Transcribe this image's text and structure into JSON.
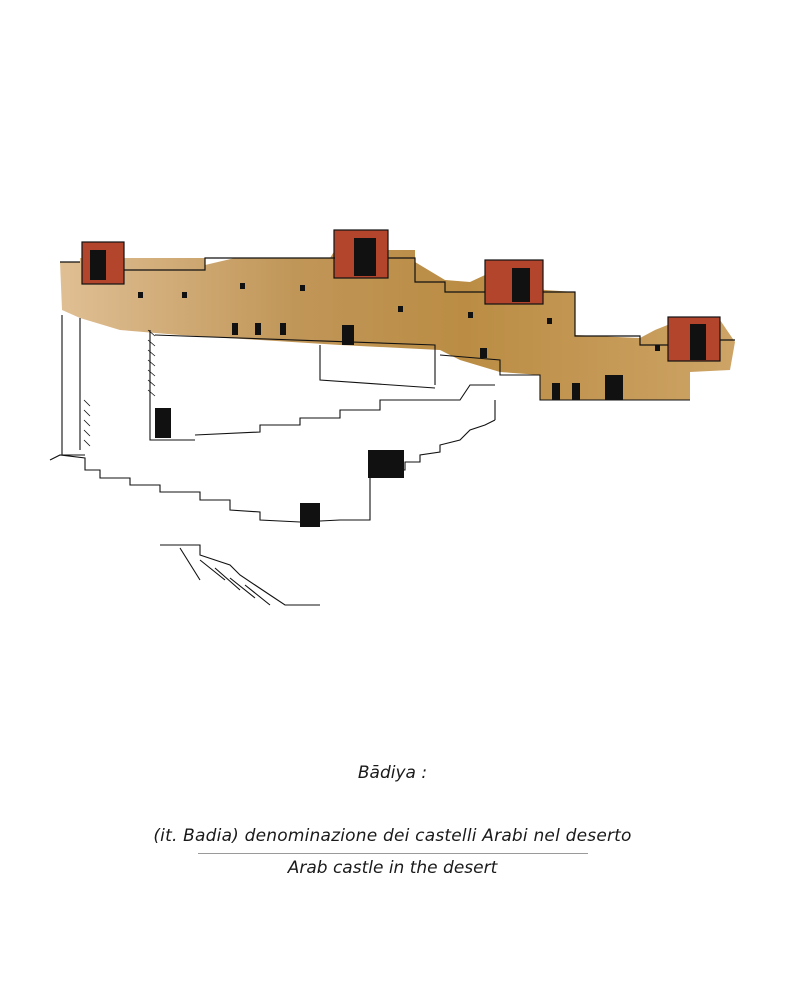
{
  "caption": {
    "term": "Bādiya :",
    "italian": "(it. Badia) denominazione dei castelli Arabi nel deserto",
    "english": "Arab castle in the desert"
  },
  "colors": {
    "wash_light": "#d7b07a",
    "wash_dark": "#a9782f",
    "rust": "#b2452c",
    "ink": "#111111"
  }
}
